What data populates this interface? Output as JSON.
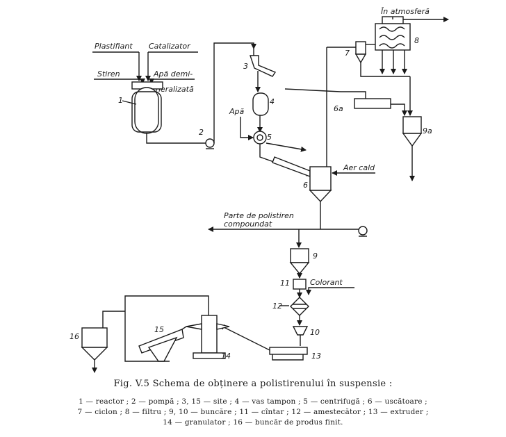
{
  "figure": {
    "caption": "Fig. V.5 Schema de obținere a polistirenului în suspensie :",
    "legend_line1": "1 — reactor ; 2 — pompă ; 3, 15 — site ; 4 — vas tampon ; 5 — centrifugă ; 6 — uscătoare ;",
    "legend_line2": "7 — ciclon ; 8 — filtru ; 9, 10 — buncăre ; 11 — cîntar ; 12 — amestecător ; 13 — extruder ;",
    "legend_line3": "14 — granulator ; 16 — buncăr de produs finit."
  },
  "streams": {
    "plastifiant": "Plastifiant",
    "catalizator": "Catalizator",
    "stiren": "Stiren",
    "apa_demi_1": "Apă demi-",
    "apa_demi_2": "neralizată",
    "apa": "Apă",
    "aer_cald": "Aer cald",
    "atmosfera": "În atmosferă",
    "polistiren_1": "Parte de polistiren",
    "polistiren_2": "compoundat",
    "colorant": "Colorant"
  },
  "numbers": {
    "n1": "1",
    "n2": "2",
    "n3": "3",
    "n4": "4",
    "n5": "5",
    "n6": "6",
    "n6a": "6a",
    "n7": "7",
    "n8": "8",
    "n9a": "9a",
    "n9": "9",
    "n10": "10",
    "n11": "11",
    "n12": "12",
    "n13": "13",
    "n14": "14",
    "n15": "15",
    "n16": "16"
  }
}
